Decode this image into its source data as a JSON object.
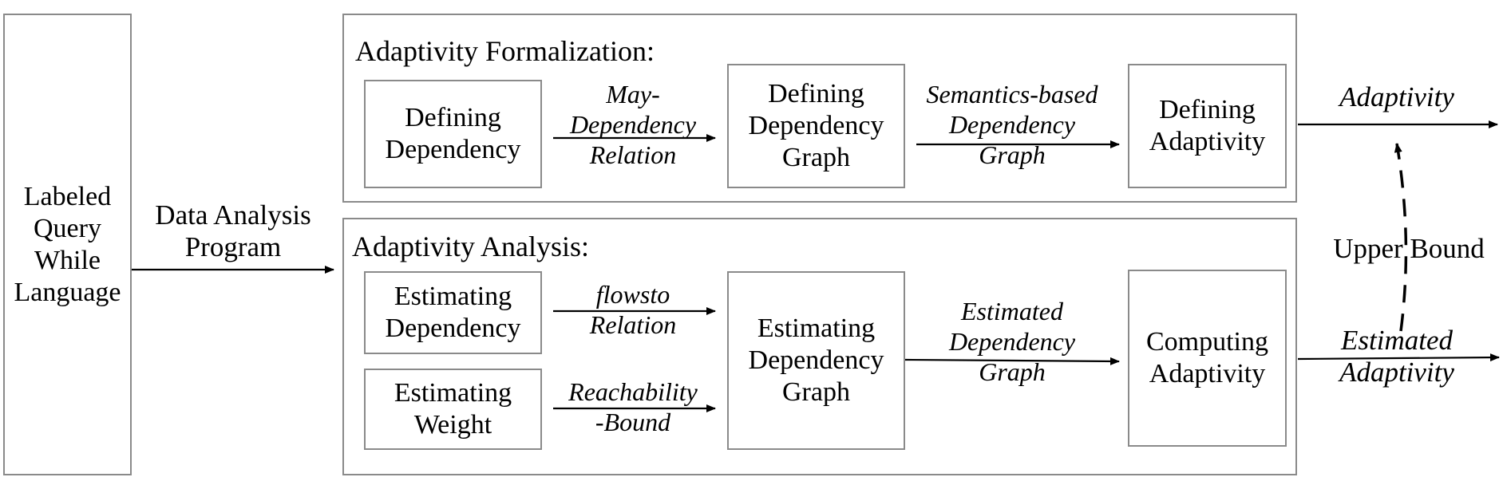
{
  "input_box": "Labeled\nQuery\nWhile\nLanguage",
  "program_label": "Data Analysis\nProgram",
  "formalization": {
    "title": "Adaptivity Formalization:",
    "box_dependency": "Defining\nDependency",
    "edge1": "May-\nDependency\nRelation",
    "box_graph": "Defining\nDependency\nGraph",
    "edge2": "Semantics-based\nDependency\nGraph",
    "box_adaptivity": "Defining\nAdaptivity",
    "output": "Adaptivity"
  },
  "analysis": {
    "title": "Adaptivity Analysis:",
    "box_est_dependency": "Estimating\nDependency",
    "edge_flowsto": "flowsto\nRelation",
    "box_est_weight": "Estimating\nWeight",
    "edge_reach": "Reachability\n-Bound",
    "box_est_graph": "Estimating\nDependency\nGraph",
    "edge_est_graph": "Estimated\nDependency\nGraph",
    "box_computing": "Computing\nAdaptivity",
    "output": "Estimated\nAdaptivity"
  },
  "upper_bound": "Upper Bound"
}
